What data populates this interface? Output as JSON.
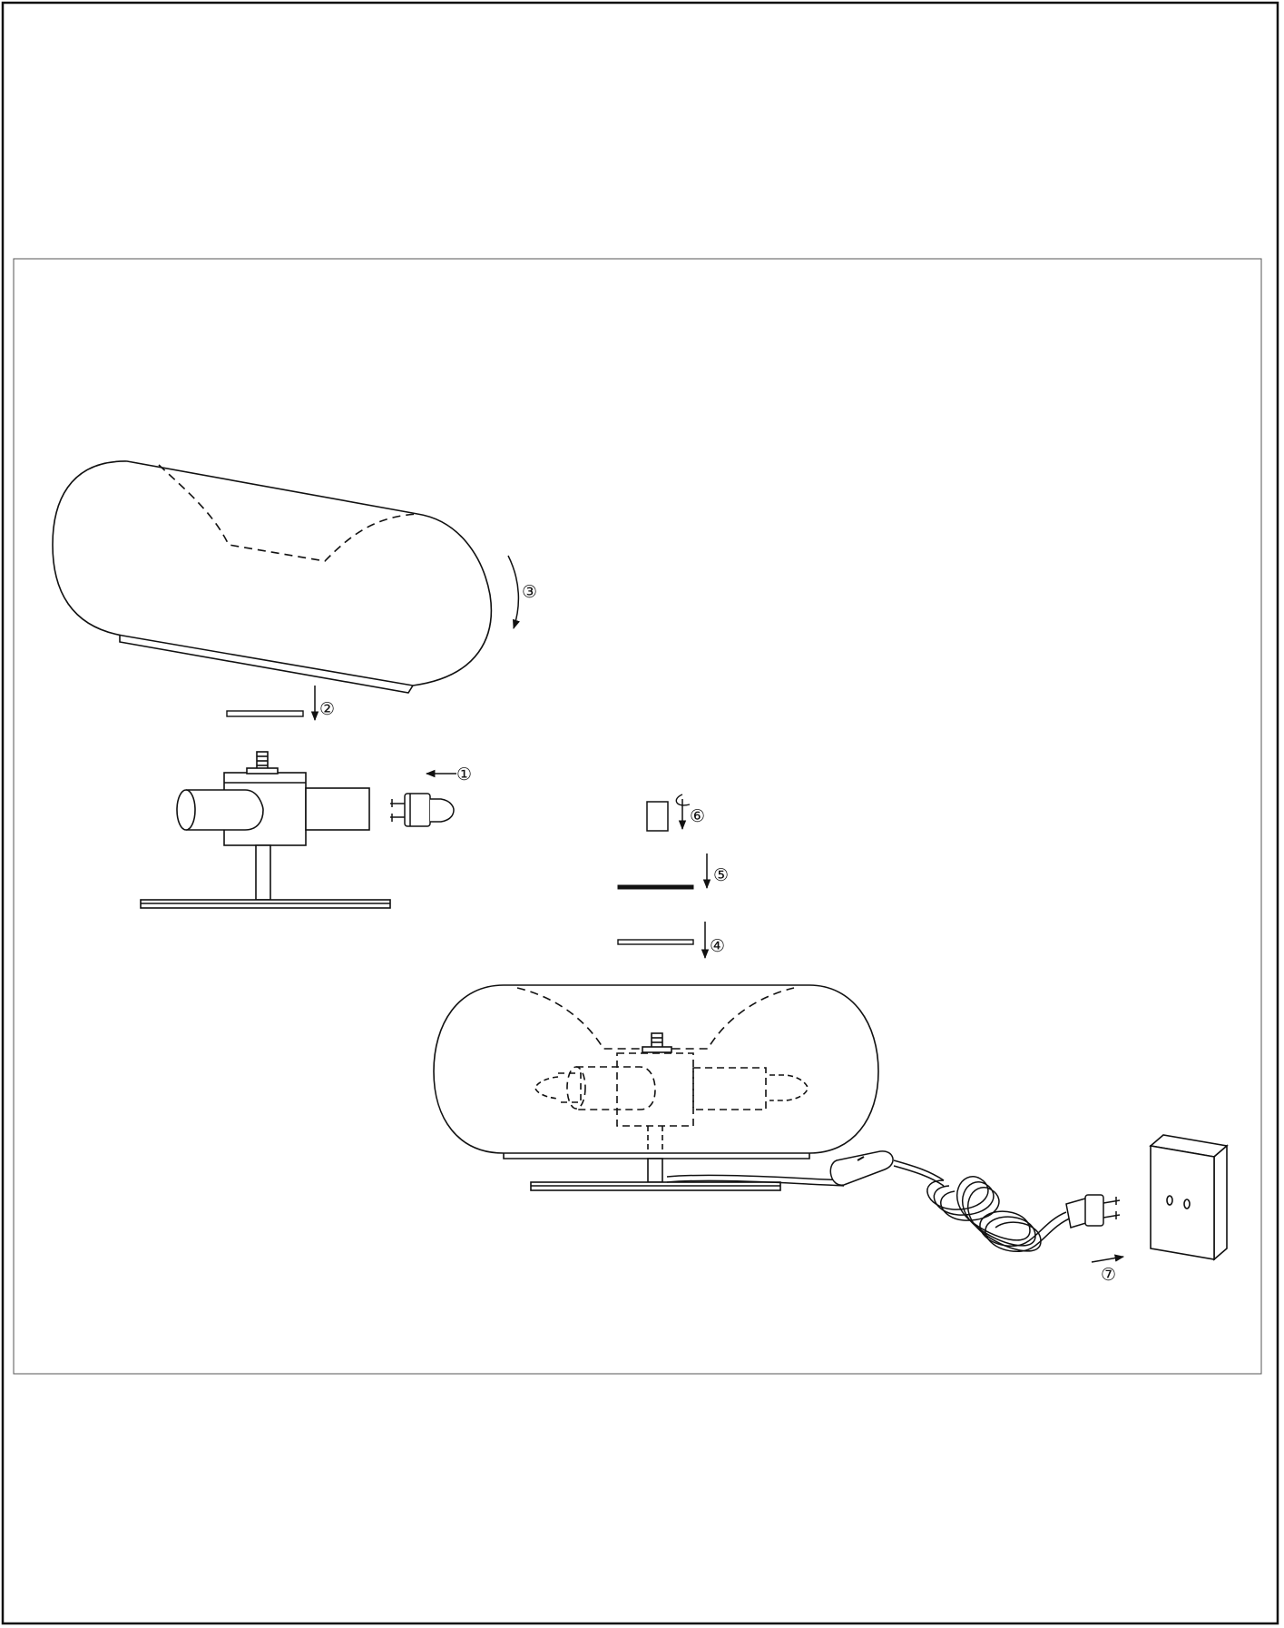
{
  "document": {
    "type": "assembly-instruction-sheet",
    "line_color": "#111111",
    "background": "#ffffff"
  },
  "steps": [
    {
      "number": "1",
      "label": "①",
      "icon": "arrow-left-icon"
    },
    {
      "number": "2",
      "label": "②",
      "icon": "arrow-down-icon"
    },
    {
      "number": "3",
      "label": "③",
      "icon": "curved-arrow-icon"
    },
    {
      "number": "4",
      "label": "④",
      "icon": "arrow-down-icon"
    },
    {
      "number": "5",
      "label": "⑤",
      "icon": "arrow-down-icon"
    },
    {
      "number": "6",
      "label": "⑥",
      "icon": "rotate-arrow-icon"
    },
    {
      "number": "7",
      "label": "⑦",
      "icon": "arrow-right-icon"
    }
  ],
  "parts": [
    "lamp-shade",
    "gasket",
    "lamp-base",
    "halogen-bulb",
    "knob-nut",
    "washer",
    "plug",
    "wall-socket"
  ]
}
